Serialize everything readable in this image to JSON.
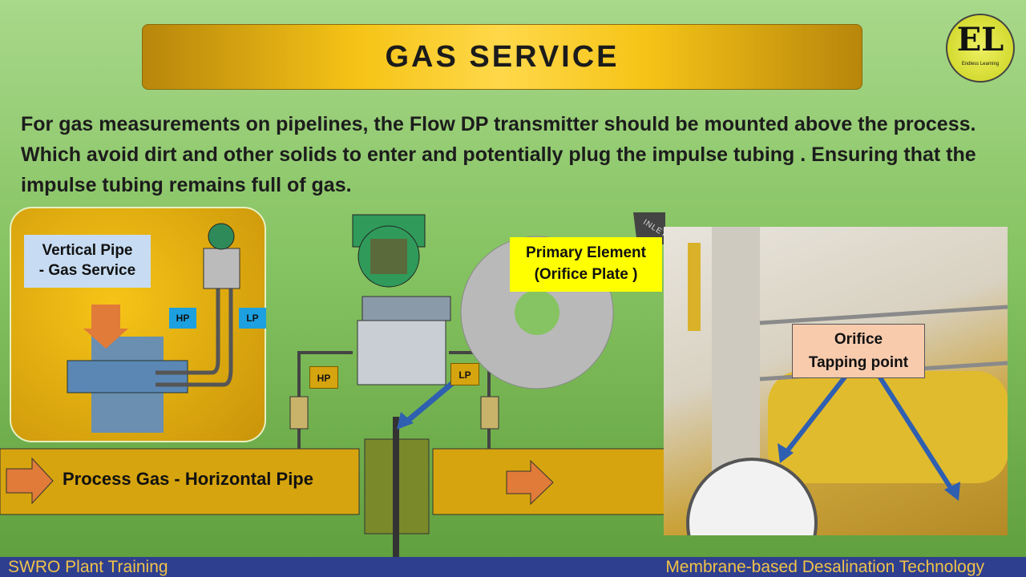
{
  "title": "GAS SERVICE",
  "logo": {
    "letters": "EL",
    "text": "Endless Learning"
  },
  "description": "For gas measurements on pipelines, the Flow DP transmitter should be mounted above the process. Which avoid dirt and other solids to enter and potentially plug the impulse tubing . Ensuring that the impulse tubing remains full of gas.",
  "left_panel": {
    "label_line1": "Vertical Pipe",
    "label_line2": "- Gas Service",
    "hp": "HP",
    "lp": "LP"
  },
  "diagram": {
    "hp": "HP",
    "lp": "LP",
    "primary_line1": "Primary Element",
    "primary_line2": "(Orifice Plate )",
    "pipe_label": "Process Gas -  Horizontal Pipe"
  },
  "photo": {
    "label_line1": "Orifice",
    "label_line2": "Tapping point",
    "plate_text": "INLET"
  },
  "footer": {
    "left": "SWRO Plant Training",
    "right": "Membrane-based Desalination Technology"
  },
  "colors": {
    "title_gold": "#f6c417",
    "footer_bg": "#2e3f8f",
    "footer_text": "#f0c24a",
    "pipe": "#d6a40e",
    "arrow": "#2f5fb0"
  }
}
